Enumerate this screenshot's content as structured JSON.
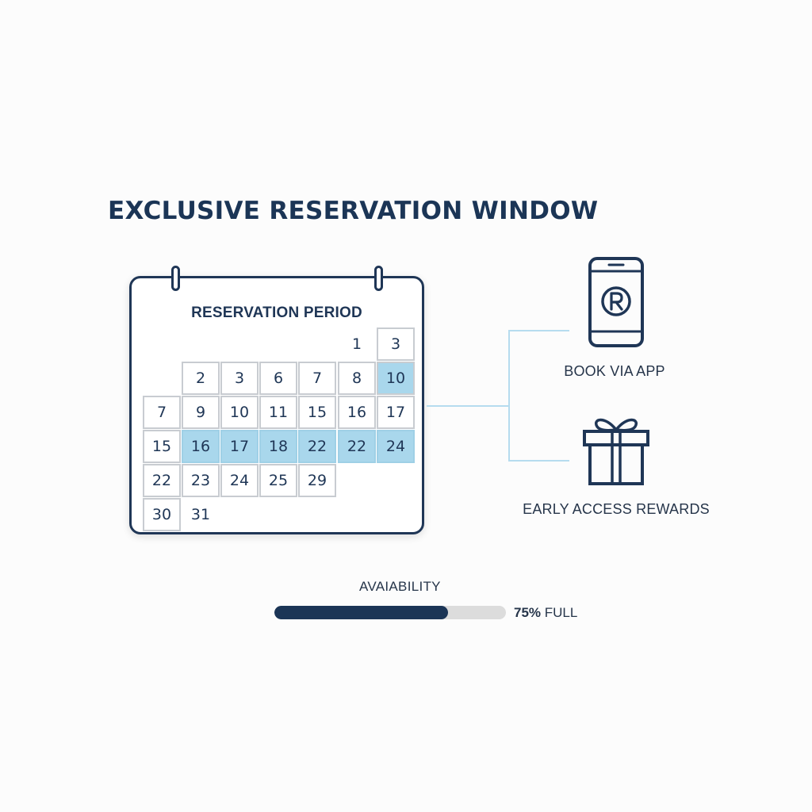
{
  "title": "EXCLUSIVE RESERVATION WINDOW",
  "calendar": {
    "heading": "RESERVATION PERIOD",
    "rows": [
      [
        {
          "day": "1",
          "style": "plain"
        },
        {
          "day": "3",
          "style": "box"
        }
      ],
      [
        {
          "day": "2",
          "style": "box"
        },
        {
          "day": "3",
          "style": "box"
        },
        {
          "day": "6",
          "style": "box"
        },
        {
          "day": "7",
          "style": "box"
        },
        {
          "day": "8",
          "style": "box"
        },
        {
          "day": "10",
          "style": "highlight"
        }
      ],
      [
        {
          "day": "7",
          "style": "box"
        },
        {
          "day": "9",
          "style": "box"
        },
        {
          "day": "10",
          "style": "box"
        },
        {
          "day": "11",
          "style": "box"
        },
        {
          "day": "15",
          "style": "box"
        },
        {
          "day": "16",
          "style": "box"
        },
        {
          "day": "17",
          "style": "box"
        }
      ],
      [
        {
          "day": "15",
          "style": "box"
        },
        {
          "day": "16",
          "style": "band"
        },
        {
          "day": "17",
          "style": "band"
        },
        {
          "day": "18",
          "style": "band"
        },
        {
          "day": "22",
          "style": "band"
        },
        {
          "day": "22",
          "style": "band"
        },
        {
          "day": "24",
          "style": "band"
        }
      ],
      [
        {
          "day": "22",
          "style": "box"
        },
        {
          "day": "23",
          "style": "box"
        },
        {
          "day": "24",
          "style": "box"
        },
        {
          "day": "25",
          "style": "box"
        },
        {
          "day": "29",
          "style": "box"
        }
      ],
      [
        {
          "day": "30",
          "style": "box"
        },
        {
          "day": "31",
          "style": "plain"
        }
      ]
    ]
  },
  "features": [
    {
      "label": "BOOK VIA APP",
      "icon": "smartphone-registered-icon"
    },
    {
      "label": "EARLY ACCESS REWARDS",
      "icon": "gift-box-icon"
    }
  ],
  "availability": {
    "label": "AVAIABILITY",
    "percent": 75,
    "percent_text": "75%",
    "suffix": "FULL"
  },
  "colors": {
    "navy": "#1b3556",
    "highlight": "#a9d7ec",
    "connector": "#b6dcef",
    "track": "#dcdcdc"
  }
}
